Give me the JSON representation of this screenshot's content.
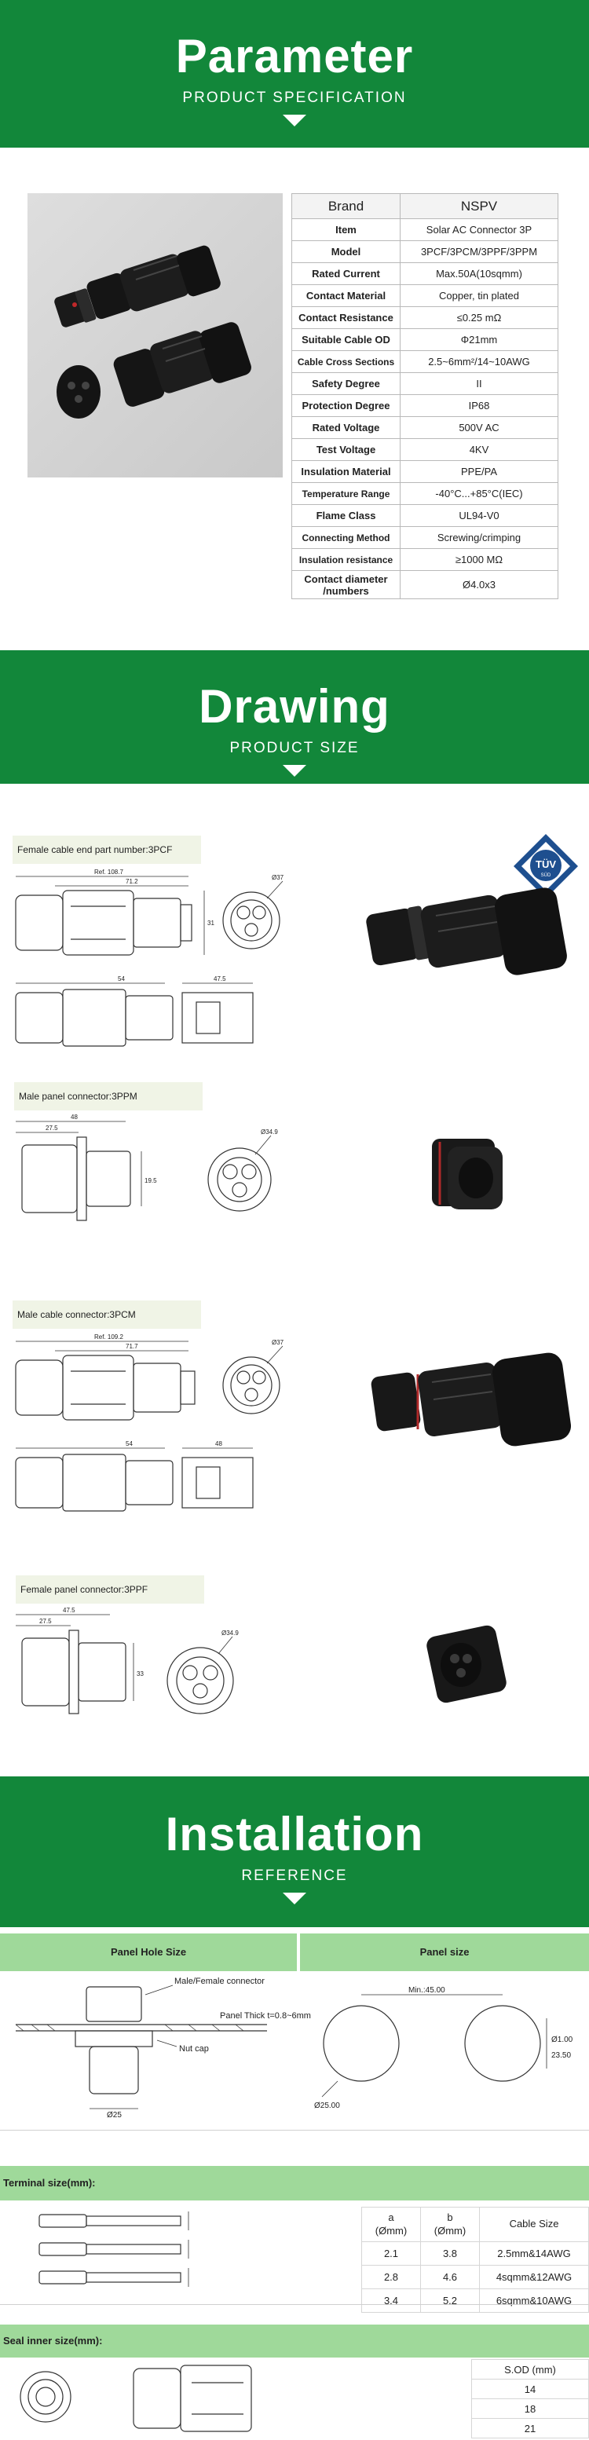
{
  "param_banner": {
    "title": "Parameter",
    "subtitle": "PRODUCT SPECIFICATION"
  },
  "spec_table": {
    "header": [
      "Brand",
      "NSPV"
    ],
    "rows": [
      [
        "Item",
        "Solar AC Connector 3P"
      ],
      [
        "Model",
        "3PCF/3PCM/3PPF/3PPM"
      ],
      [
        "Rated Current",
        "Max.50A(10sqmm)"
      ],
      [
        "Contact Material",
        "Copper, tin plated"
      ],
      [
        "Contact Resistance",
        "≤0.25 mΩ"
      ],
      [
        "Suitable Cable OD",
        "Φ21mm"
      ],
      [
        "Cable Cross Sections",
        "2.5~6mm²/14~10AWG"
      ],
      [
        "Safety Degree",
        "II"
      ],
      [
        "Protection Degree",
        "IP68"
      ],
      [
        "Rated Voltage",
        "500V AC"
      ],
      [
        "Test Voltage",
        "4KV"
      ],
      [
        "Insulation Material",
        "PPE/PA"
      ],
      [
        "Temperature Range",
        "-40°C...+85°C(IEC)"
      ],
      [
        "Flame Class",
        "UL94-V0"
      ],
      [
        "Connecting Method",
        "Screwing/crimping"
      ],
      [
        "Insulation resistance",
        "≥1000 MΩ"
      ],
      [
        "Contact diameter /numbers",
        "Ø4.0x3"
      ]
    ]
  },
  "drawing_banner": {
    "title": "Drawing",
    "subtitle": "PRODUCT SIZE"
  },
  "drawings": {
    "d1_label": "Female cable end part number:3PCF",
    "d2_label": "Male panel connector:3PPM",
    "d3_label": "Male cable connector:3PCM",
    "d4_label": "Female panel connector:3PPF",
    "tuv_text": "TÜV",
    "tuv_sub": "SÜD",
    "dims": {
      "d1_ref": "Ref. 108.7",
      "d1_len": "71.2",
      "d1_h": "31",
      "d1_dia": "Ø37",
      "d1_b1": "54",
      "d1_b2": "47.5",
      "d2_w1": "48",
      "d2_w2": "27.5",
      "d2_h": "19.5",
      "d2_dia": "Ø34.9",
      "d3_ref": "Ref. 109.2",
      "d3_len": "71.7",
      "d3_dia": "Ø37",
      "d3_b1": "54",
      "d3_b2": "48",
      "d4_w1": "47.5",
      "d4_w2": "27.5",
      "d4_h": "33",
      "d4_dia": "Ø34.9"
    }
  },
  "install_banner": {
    "title": "Installation",
    "subtitle": "REFERENCE"
  },
  "install": {
    "panel_hole_title": "Panel Hole Size",
    "panel_size_title": "Panel size",
    "callout_connector": "Male/Female connector",
    "callout_thick": "Panel Thick t=0.8~6mm",
    "callout_nut": "Nut cap",
    "dim_hole": "Ø25",
    "dim_min": "Min.:45.00",
    "dim_h1": "Ø1.00",
    "dim_h2": "23.50",
    "dim_h3": "Ø25.00",
    "terminal_title": "Terminal size(mm):",
    "terminal_head": [
      "a\n(Ømm)",
      "b\n(Ømm)",
      "Cable Size"
    ],
    "terminal_rows": [
      [
        "2.1",
        "3.8",
        "2.5mm&14AWG"
      ],
      [
        "2.8",
        "4.6",
        "4sqmm&12AWG"
      ],
      [
        "3.4",
        "5.2",
        "6sqmm&10AWG"
      ]
    ],
    "seal_title": "Seal inner size(mm):",
    "seal_head": "S.OD (mm)",
    "seal_rows": [
      "14",
      "18",
      "21"
    ]
  },
  "colors": {
    "brand_green": "#12873a",
    "light_green": "#9fd99a",
    "label_bg": "#f0f4e6"
  }
}
